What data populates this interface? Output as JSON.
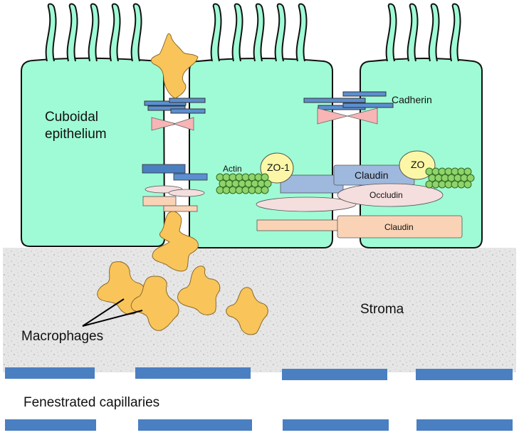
{
  "labels": {
    "cuboidal_line1": "Cuboidal",
    "cuboidal_line2": "epithelium",
    "cadherin": "Cadherin",
    "actin": "Actin",
    "zo1": "ZO-1",
    "zo": "ZO",
    "claudin_top": "Claudin",
    "occludin": "Occludin",
    "claudin_bottom": "Claudin",
    "stroma": "Stroma",
    "macrophages": "Macrophages",
    "fenestrated": "Fenestrated capillaries"
  },
  "colors": {
    "cell_fill": "#9ffbd5",
    "macrophage_fill": "#f9c55a",
    "cadherin_blue": "#5b8fd1",
    "wedge_pink": "#f7b5b5",
    "zo_yellow": "#fbf7a7",
    "claudin_blue": "#9fb8de",
    "occludin_pink": "#f5dede",
    "claudin_peach": "#fad3b6",
    "actin_green": "#8fd36b",
    "capillary_blue": "#4a7fc1",
    "stroma_gray": "#e4e4e4"
  }
}
